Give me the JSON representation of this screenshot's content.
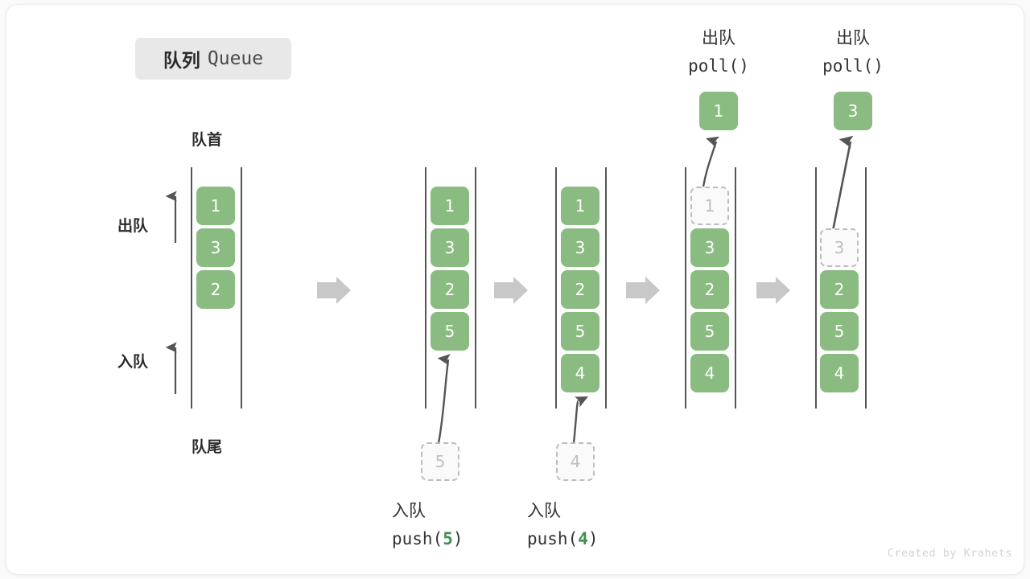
{
  "title": {
    "cn": "队列",
    "en": "Queue"
  },
  "labels": {
    "head": "队首",
    "tail": "队尾",
    "dequeue": "出队",
    "enqueue": "入队"
  },
  "colors": {
    "element": "#8abb81",
    "ghost_border": "#bdbdbd",
    "ghost_text": "#bfbfbf",
    "rail": "#555555",
    "arrow": "#555555",
    "step_arrow": "#c8c8c8",
    "accent_code_number": "#3f8f4f",
    "badge_bg": "#e8e8e8"
  },
  "side_arrows": [
    {
      "name": "dequeue",
      "label": "出队"
    },
    {
      "name": "enqueue",
      "label": "入队"
    }
  ],
  "operations": {
    "push5": {
      "cn": "入队",
      "code_prefix": "push(",
      "code_value": "5",
      "code_suffix": ")"
    },
    "push4": {
      "cn": "入队",
      "code_prefix": "push(",
      "code_value": "4",
      "code_suffix": ")"
    },
    "poll1": {
      "cn": "出队",
      "code": "poll()"
    },
    "poll2": {
      "cn": "出队",
      "code": "poll()"
    }
  },
  "columns": [
    {
      "id": "initial",
      "cells": [
        {
          "value": "1",
          "ghost": false
        },
        {
          "value": "3",
          "ghost": false
        },
        {
          "value": "2",
          "ghost": false
        }
      ]
    },
    {
      "id": "after-push-5",
      "cells": [
        {
          "value": "1",
          "ghost": false
        },
        {
          "value": "3",
          "ghost": false
        },
        {
          "value": "2",
          "ghost": false
        },
        {
          "value": "5",
          "ghost": false
        }
      ],
      "incoming": {
        "value": "5",
        "ghost": true
      }
    },
    {
      "id": "after-push-4",
      "cells": [
        {
          "value": "1",
          "ghost": false
        },
        {
          "value": "3",
          "ghost": false
        },
        {
          "value": "2",
          "ghost": false
        },
        {
          "value": "5",
          "ghost": false
        },
        {
          "value": "4",
          "ghost": false
        }
      ],
      "incoming": {
        "value": "4",
        "ghost": true
      }
    },
    {
      "id": "after-poll-1",
      "cells": [
        {
          "value": "1",
          "ghost": true
        },
        {
          "value": "3",
          "ghost": false
        },
        {
          "value": "2",
          "ghost": false
        },
        {
          "value": "5",
          "ghost": false
        },
        {
          "value": "4",
          "ghost": false
        }
      ],
      "outgoing": {
        "value": "1",
        "ghost": false
      }
    },
    {
      "id": "after-poll-3",
      "cells": [
        {
          "value": "",
          "ghost": null
        },
        {
          "value": "3",
          "ghost": true
        },
        {
          "value": "2",
          "ghost": false
        },
        {
          "value": "5",
          "ghost": false
        },
        {
          "value": "4",
          "ghost": false
        }
      ],
      "outgoing": {
        "value": "3",
        "ghost": false
      }
    }
  ],
  "step_arrows": [
    "step-arrow-1",
    "step-arrow-2",
    "step-arrow-3",
    "step-arrow-4"
  ],
  "watermark": "Created by Krahets"
}
